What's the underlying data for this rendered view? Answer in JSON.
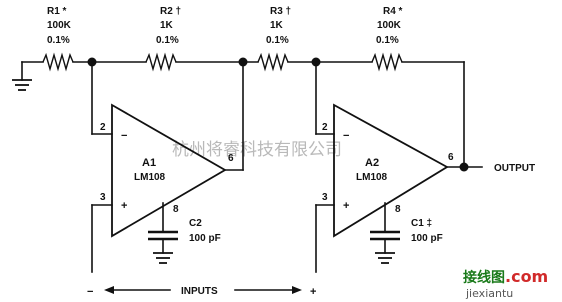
{
  "resistors": [
    {
      "ref": "R1 *",
      "value": "100K",
      "tolerance": "0.1%"
    },
    {
      "ref": "R2 †",
      "value": "1K",
      "tolerance": "0.1%"
    },
    {
      "ref": "R3 †",
      "value": "1K",
      "tolerance": "0.1%"
    },
    {
      "ref": "R4 *",
      "value": "100K",
      "tolerance": "0.1%"
    }
  ],
  "amplifiers": [
    {
      "ref": "A1",
      "part": "LM108",
      "pin_inverting": "2",
      "pin_noninverting": "3",
      "pin_output": "6",
      "pin_comp": "8",
      "sign_inverting": "−",
      "sign_noninverting": "+"
    },
    {
      "ref": "A2",
      "part": "LM108",
      "pin_inverting": "2",
      "pin_noninverting": "3",
      "pin_output": "6",
      "pin_comp": "8",
      "sign_inverting": "−",
      "sign_noninverting": "+"
    }
  ],
  "capacitors": [
    {
      "ref": "C2",
      "value": "100 pF"
    },
    {
      "ref": "C1 ‡",
      "value": "100 pF"
    }
  ],
  "output_label": "OUTPUT",
  "inputs_label": "INPUTS",
  "input_minus": "−",
  "input_plus": "+",
  "watermark_center": "杭州将睿科技有限公司",
  "watermark_corner_cn": "接线图",
  "watermark_corner_com": ".com",
  "watermark_corner_url": "jiexiantu"
}
